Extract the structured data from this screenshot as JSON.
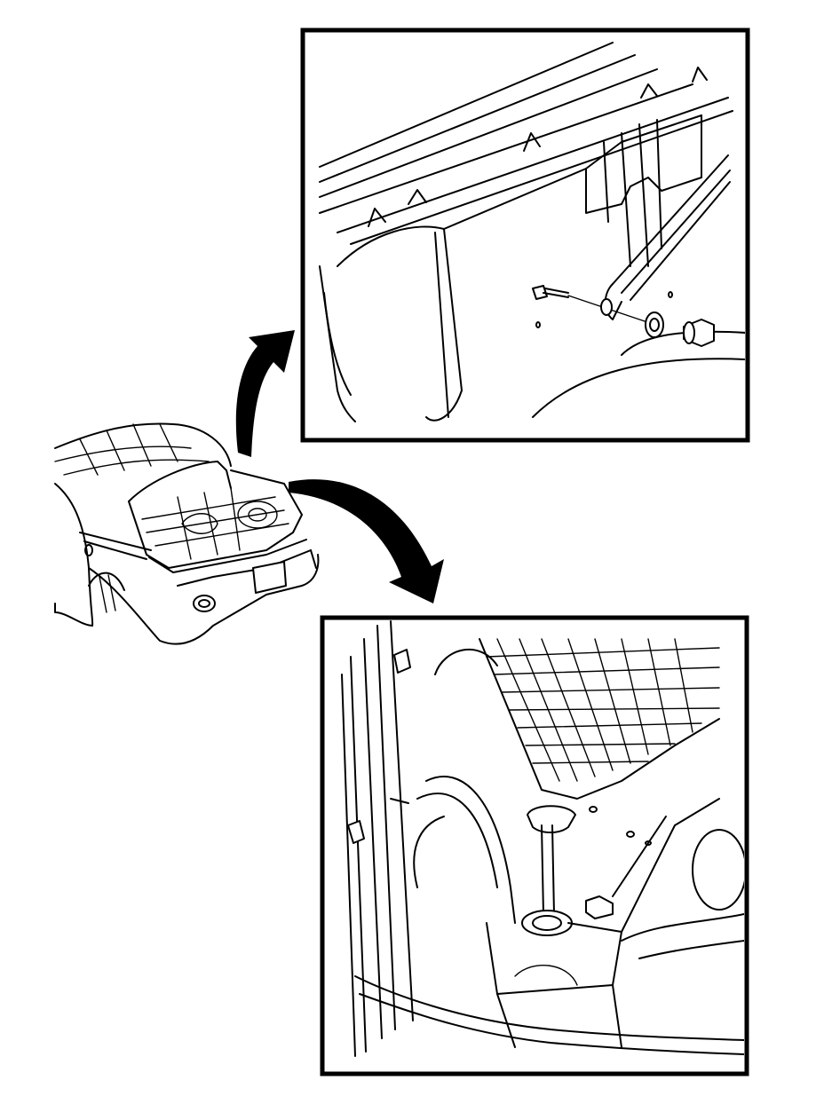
{
  "illustration": {
    "kind": "service-manual line drawing",
    "panels": [
      {
        "id": "rear-view",
        "depicts": "car-rear-trunk-open"
      },
      {
        "id": "detail-top",
        "depicts": "trunk-trim-panel-fasteners"
      },
      {
        "id": "detail-bottom",
        "depicts": "trunk-floor-well"
      }
    ],
    "colors": {
      "ink": "#000000",
      "paper": "#ffffff"
    }
  }
}
